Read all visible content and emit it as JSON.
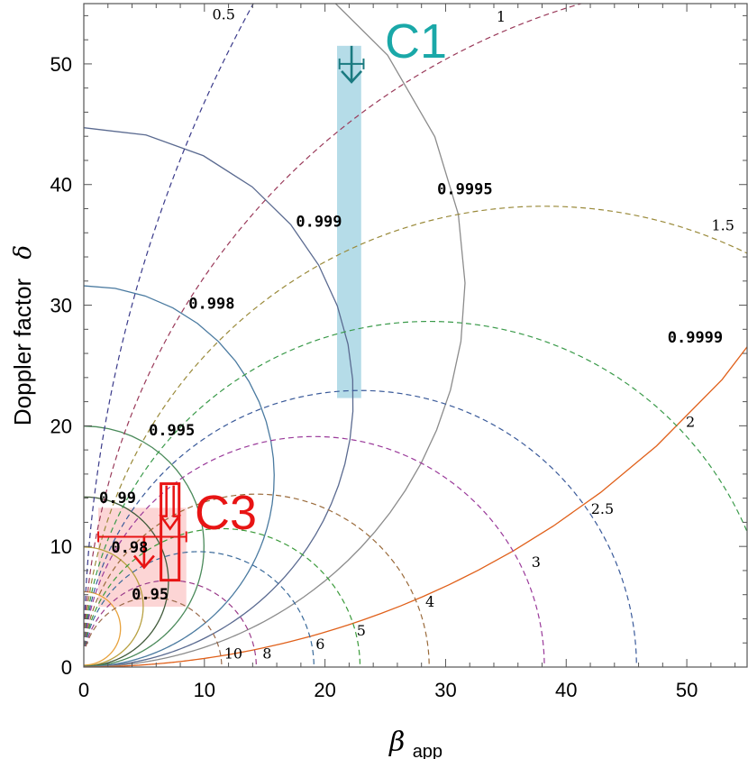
{
  "chart_data": {
    "type": "line",
    "xlabel_symbol": "β",
    "xlabel_sub": "app",
    "ylabel_text": "Doppler factor",
    "ylabel_symbol": "δ",
    "xlim": [
      0,
      55
    ],
    "ylim": [
      0,
      55
    ],
    "x_ticks": [
      "0",
      "10",
      "20",
      "30",
      "40",
      "50"
    ],
    "y_ticks": [
      "0",
      "10",
      "20",
      "30",
      "40",
      "50"
    ],
    "beta_curves": [
      {
        "label": "0.95",
        "beta": 0.95,
        "color": "#e8a23c"
      },
      {
        "label": "0.98",
        "beta": 0.98,
        "color": "#b8a040"
      },
      {
        "label": "0.99",
        "beta": 0.99,
        "color": "#405a3a"
      },
      {
        "label": "0.995",
        "beta": 0.995,
        "color": "#4a8a5a"
      },
      {
        "label": "0.998",
        "beta": 0.998,
        "color": "#4a7aa0"
      },
      {
        "label": "0.999",
        "beta": 0.999,
        "color": "#5a6a90"
      },
      {
        "label": "0.9995",
        "beta": 0.9995,
        "color": "#8c8c8c"
      },
      {
        "label": "0.9999",
        "beta": 0.9999,
        "color": "#e0601a"
      }
    ],
    "theta_curves": [
      {
        "label": "0.5",
        "theta_deg": 0.5,
        "color": "#3a3a8a"
      },
      {
        "label": "1",
        "theta_deg": 1,
        "color": "#9a3a5a"
      },
      {
        "label": "1.5",
        "theta_deg": 1.5,
        "color": "#9a8a3a"
      },
      {
        "label": "2",
        "theta_deg": 2,
        "color": "#3a9a4a"
      },
      {
        "label": "2.5",
        "theta_deg": 2.5,
        "color": "#3a5a9a"
      },
      {
        "label": "3",
        "theta_deg": 3,
        "color": "#9a3a9a"
      },
      {
        "label": "4",
        "theta_deg": 4,
        "color": "#9a6a3a"
      },
      {
        "label": "5",
        "theta_deg": 5,
        "color": "#3a9a3a"
      },
      {
        "label": "6",
        "theta_deg": 6,
        "color": "#3a6a9a"
      },
      {
        "label": "8",
        "theta_deg": 8,
        "color": "#9a3a8a"
      },
      {
        "label": "10",
        "theta_deg": 10,
        "color": "#9a6a4a"
      }
    ],
    "regions": [
      {
        "label": "C1",
        "color": "#1aa8a8",
        "band_color": "#add8e6",
        "band_x": [
          21,
          23
        ],
        "band_y": [
          22.3,
          51.5
        ],
        "marker_x": [
          21.2,
          23.2
        ],
        "marker_y": 50,
        "arrow_color": "#1a7a80"
      },
      {
        "label": "C3",
        "color": "#e81414",
        "band_color": "#fcd0d0",
        "band_x": [
          1.2,
          8.5
        ],
        "band_y": [
          5,
          13.2
        ],
        "marker_x": [
          1.2,
          8.5
        ],
        "marker_y": 10.8,
        "box_x": [
          6.4,
          7.9
        ],
        "box_y": [
          7.2,
          15.2
        ],
        "arrow_color": "#e81414"
      }
    ]
  }
}
